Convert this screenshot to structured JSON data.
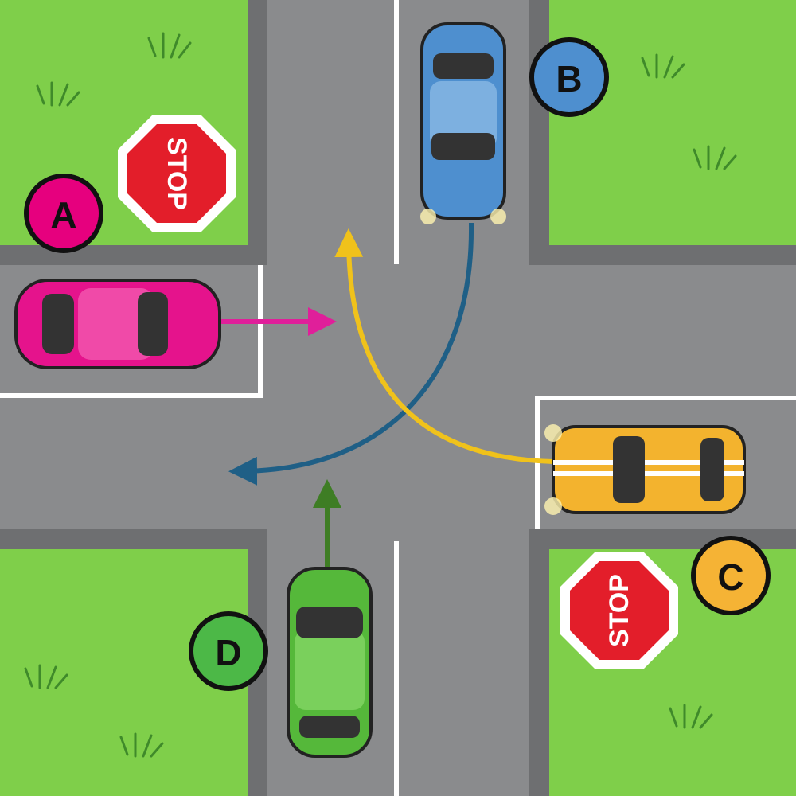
{
  "labels": {
    "a": "A",
    "b": "B",
    "c": "C",
    "d": "D"
  },
  "stop_signs": {
    "top_left": "STOP",
    "bottom_right": "STOP"
  },
  "colors": {
    "grass": "#7fcf4a",
    "sidewalk": "#6e6f71",
    "road": "#8a8b8d",
    "car_a": "#e5138c",
    "car_b": "#4e8fcf",
    "car_c": "#f3b32e",
    "car_d": "#55b83a",
    "arrow_a": "#e01f9a",
    "arrow_b": "#1f5f86",
    "arrow_c": "#f0c21b",
    "arrow_d": "#3e7d24",
    "stop": "#e31e2a"
  }
}
